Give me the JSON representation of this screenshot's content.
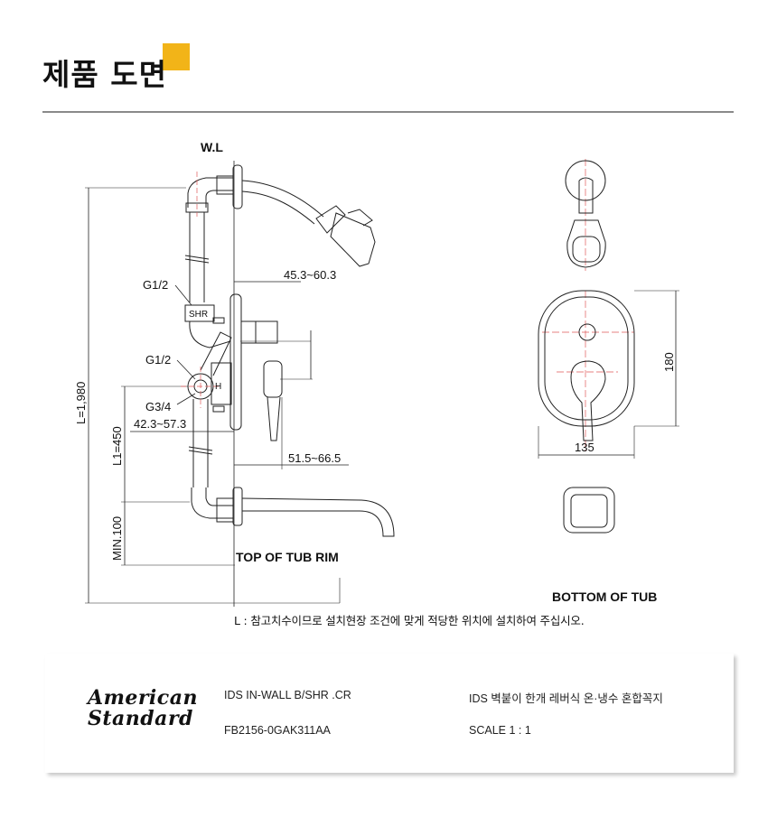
{
  "header": {
    "title": "제품 도면",
    "accent_color": "#f2b418"
  },
  "drawing": {
    "labels": {
      "wl": "W.L",
      "g12_top": "G1/2",
      "shr": "SHR",
      "dim_45": "45.3~60.3",
      "g12_mid": "G1/2",
      "h": "H",
      "g34": "G3/4",
      "dim_42": "42.3~57.3",
      "dim_51": "51.5~66.5",
      "l_total": "L=1,980",
      "l1": "L1=450",
      "min100": "MIN.100",
      "top_rim": "TOP OF TUB RIM",
      "bottom_tub": "BOTTOM OF TUB",
      "dim_180": "180",
      "dim_135": "135"
    }
  },
  "note": "L : 참고치수이므로 설치현장 조건에 맞게 적당한 위치에 설치하여 주십시오.",
  "info": {
    "logo_line1": "American",
    "logo_line2": "Standard",
    "product_code": "IDS IN-WALL B/SHR .CR",
    "model_no": "FB2156-0GAK311AA",
    "product_name": "IDS 벽붙이 한개 레버식 온·냉수 혼합꼭지",
    "scale": "SCALE  1 : 1"
  }
}
